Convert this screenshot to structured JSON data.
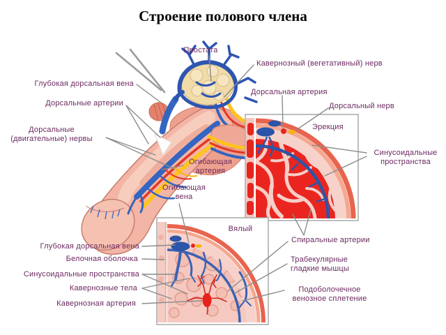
{
  "title": "Строение полового члена",
  "main_labels": {
    "prostate": "Простата",
    "cavernous_nerve": "Кавернозный (вегетативный) нерв",
    "deep_dorsal_vein": "Глубокая дорсальная вена",
    "dorsal_arteries": "Дорсальные артерии",
    "dorsal_motor_nerves_line1": "Дорсальные",
    "dorsal_motor_nerves_line2": "(двигательные) нервы",
    "circumflex_artery_line1": "Огибающая",
    "circumflex_artery_line2": "артерия",
    "circumflex_vein_line1": "Огибающая",
    "circumflex_vein_line2": "вена"
  },
  "erection_inset": {
    "state_label": "Эрекция",
    "dorsal_artery": "Дорсальная артерия",
    "dorsal_nerve": "Дорсальный нерв",
    "sinusoidal_spaces_line1": "Синусоидальные",
    "sinusoidal_spaces_line2": "пространства"
  },
  "flaccid_inset": {
    "state_label": "Вялый",
    "deep_dorsal_vein": "Глубокая дорсальная вена",
    "tunica_albuginea": "Белочная оболочка",
    "sinusoidal_spaces": "Синусоидальные пространства",
    "cavernous_bodies": "Кавернозные тела",
    "cavernous_artery": "Кавернозная артерия",
    "spiral_arteries": "Спиральные артерии",
    "trabecular_line1": "Трабекулярные",
    "trabecular_line2": "гладкие мышцы",
    "subtunical_line1": "Подоболочечное",
    "subtunical_line2": "венозное сплетение"
  },
  "colors": {
    "label_text": "#6B2960",
    "leader_line": "#8C8C8C",
    "sinusoid_red": "#EA2520",
    "vein_blue": "#2E55B0",
    "artery_red": "#E23A26",
    "nerve_yellow": "#FFC41F",
    "flesh_pink": "#F3B6A6",
    "prostate_beige": "#F1DBA8"
  }
}
